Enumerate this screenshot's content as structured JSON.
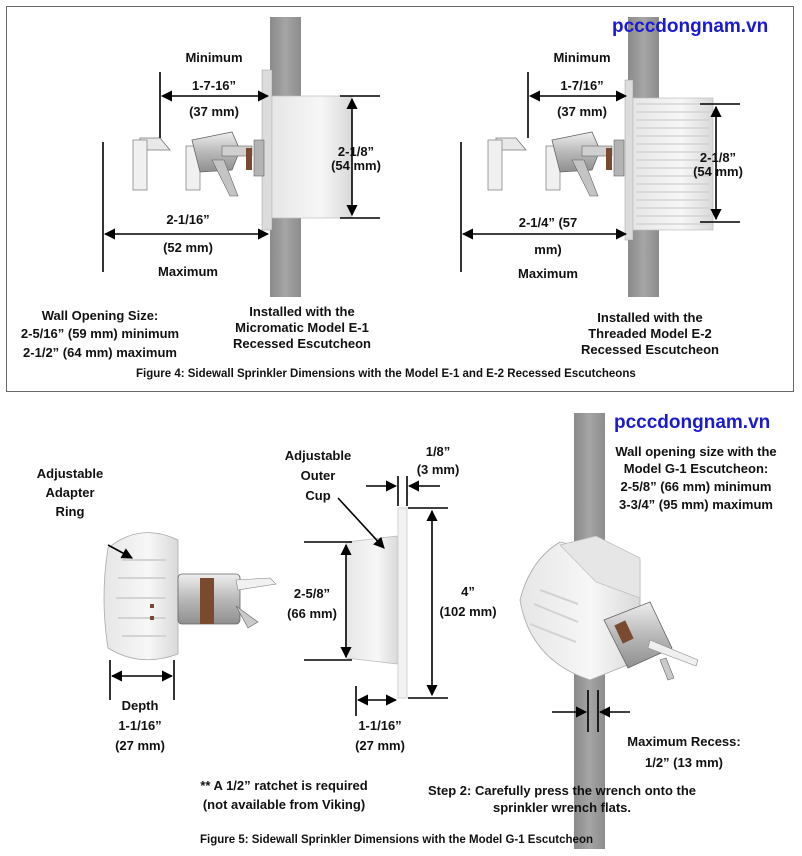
{
  "brand": {
    "watermark_top": "pcccdongnam.vn",
    "watermark_bottom": "pcccdongnam.vn",
    "color": "#1a1ad0"
  },
  "figure4": {
    "left": {
      "min_label": "Minimum",
      "min_dim": "1-7-16”",
      "min_mm": "(37 mm)",
      "height_dim": "2-1/8”",
      "height_mm": "(54 mm)",
      "max_dim": "2-1/16”",
      "max_mm": "(52 mm)",
      "max_label": "Maximum"
    },
    "right": {
      "min_label": "Minimum",
      "min_dim": "1-7/16”",
      "min_mm": "(37 mm)",
      "height_dim": "2-1/8”",
      "height_mm": "(54 mm)",
      "max_dim": "2-1/4” (57",
      "max_mm": "mm)",
      "max_label": "Maximum"
    },
    "wall_opening": [
      "Wall Opening Size:",
      "2-5/16” (59 mm) minimum",
      "2-1/2” (64 mm) maximum"
    ],
    "installed_e1": [
      "Installed with the",
      "Micromatic Model E-1",
      "Recessed Escutcheon"
    ],
    "installed_e2": [
      "Installed with the",
      "Threaded Model E-2",
      "Recessed Escutcheon"
    ],
    "caption": "Figure 4:  Sidewall Sprinkler Dimensions with the Model E-1 and E-2 Recessed Escutcheons"
  },
  "figure5": {
    "adapter": [
      "Adjustable",
      "Adapter",
      "Ring"
    ],
    "depth": [
      "Depth",
      "1-1/16”",
      "(27 mm)"
    ],
    "outer_cup": [
      "Adjustable",
      "Outer",
      "Cup"
    ],
    "eighth": [
      "1/8”",
      "(3 mm)"
    ],
    "cup_depth": [
      "2-5/8”",
      "(66 mm)"
    ],
    "four": [
      "4”",
      "(102 mm)"
    ],
    "cup_recess": [
      "1-1/16”",
      "(27 mm)"
    ],
    "wall_opening_g1": [
      "Wall opening size with the",
      "Model G-1 Escutcheon:",
      "2-5/8” (66 mm) minimum",
      "3-3/4” (95 mm) maximum"
    ],
    "max_recess": [
      "Maximum Recess:",
      "1/2” (13 mm)"
    ],
    "ratchet": [
      "** A 1/2” ratchet is required",
      "(not available from Viking)"
    ],
    "step2": [
      "Step 2: Carefully press the wrench onto the",
      "sprinkler wrench flats."
    ],
    "caption": "Figure 5: Sidewall Sprinkler Dimensions with the Model G-1 Escutcheon"
  }
}
